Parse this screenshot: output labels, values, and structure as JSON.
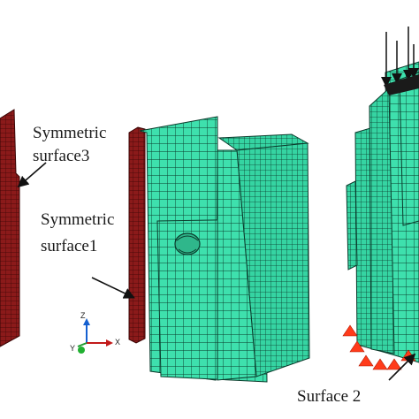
{
  "labels": {
    "sym3_line1": "Symmetric",
    "sym3_line2": "surface3",
    "sym1_line1": "Symmetric",
    "sym1_line2": "surface1",
    "surface2": "Surface 2"
  },
  "axis_triad": {
    "z": "Z",
    "y": "Y",
    "x": "X"
  },
  "colors": {
    "mesh_green": "#3ee0ad",
    "mesh_line": "#0b3b2c",
    "symmetric_red": "#8b1a1a",
    "support_red": "#ff3b1a",
    "arrow": "#111111"
  }
}
